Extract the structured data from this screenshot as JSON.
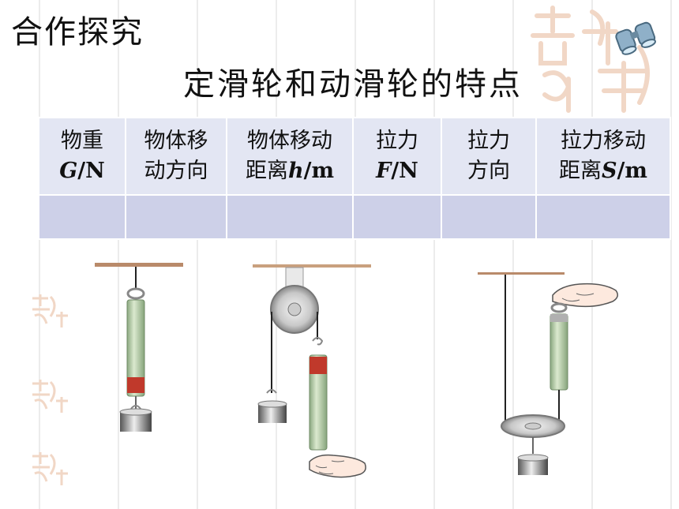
{
  "slide": {
    "title": "合作探究",
    "subtitle": "定滑轮和动滑轮的特点"
  },
  "table": {
    "headers": [
      {
        "line1": "物重",
        "line2_sym": "G",
        "line2_unit": "/N",
        "line2_prefix": ""
      },
      {
        "line1": "物体移",
        "line2_sym": "",
        "line2_unit": "",
        "line2_prefix": "动方向"
      },
      {
        "line1": "物体移动",
        "line2_sym": "h",
        "line2_unit": "/m",
        "line2_prefix": "距离"
      },
      {
        "line1": "拉力",
        "line2_sym": "F",
        "line2_unit": "/N",
        "line2_prefix": ""
      },
      {
        "line1": "拉力",
        "line2_sym": "",
        "line2_unit": "",
        "line2_prefix": "方向"
      },
      {
        "line1": "拉力移动",
        "line2_sym": "S",
        "line2_unit": "/m",
        "line2_prefix": "距离"
      }
    ],
    "row": [
      "",
      "",
      "",
      "",
      "",
      ""
    ]
  },
  "colors": {
    "header_bg": "#e3e6f3",
    "row_bg": "#cdd0e8",
    "watermark": "#f1d7c6",
    "spring_scale": "#a9c39a",
    "scale_red": "#c0392b"
  },
  "icons": [
    "binoculars-icon",
    "seal-watermark",
    "hand-icon",
    "pulley-icon",
    "weight-icon",
    "spring-scale-icon"
  ]
}
